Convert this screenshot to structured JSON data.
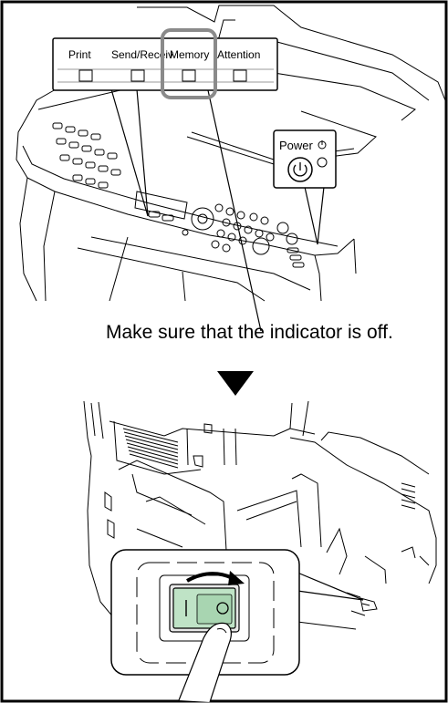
{
  "panel_labels": {
    "print": "Print",
    "send_receive": "Send/Receiv",
    "memory": "Memory",
    "attention": "Attention"
  },
  "power_label": "Power",
  "caption": "Make sure that the indicator is off.",
  "colors": {
    "switch_green": "#bfe3c6",
    "highlight_gray": "#8a8a8a",
    "line": "#000000"
  }
}
